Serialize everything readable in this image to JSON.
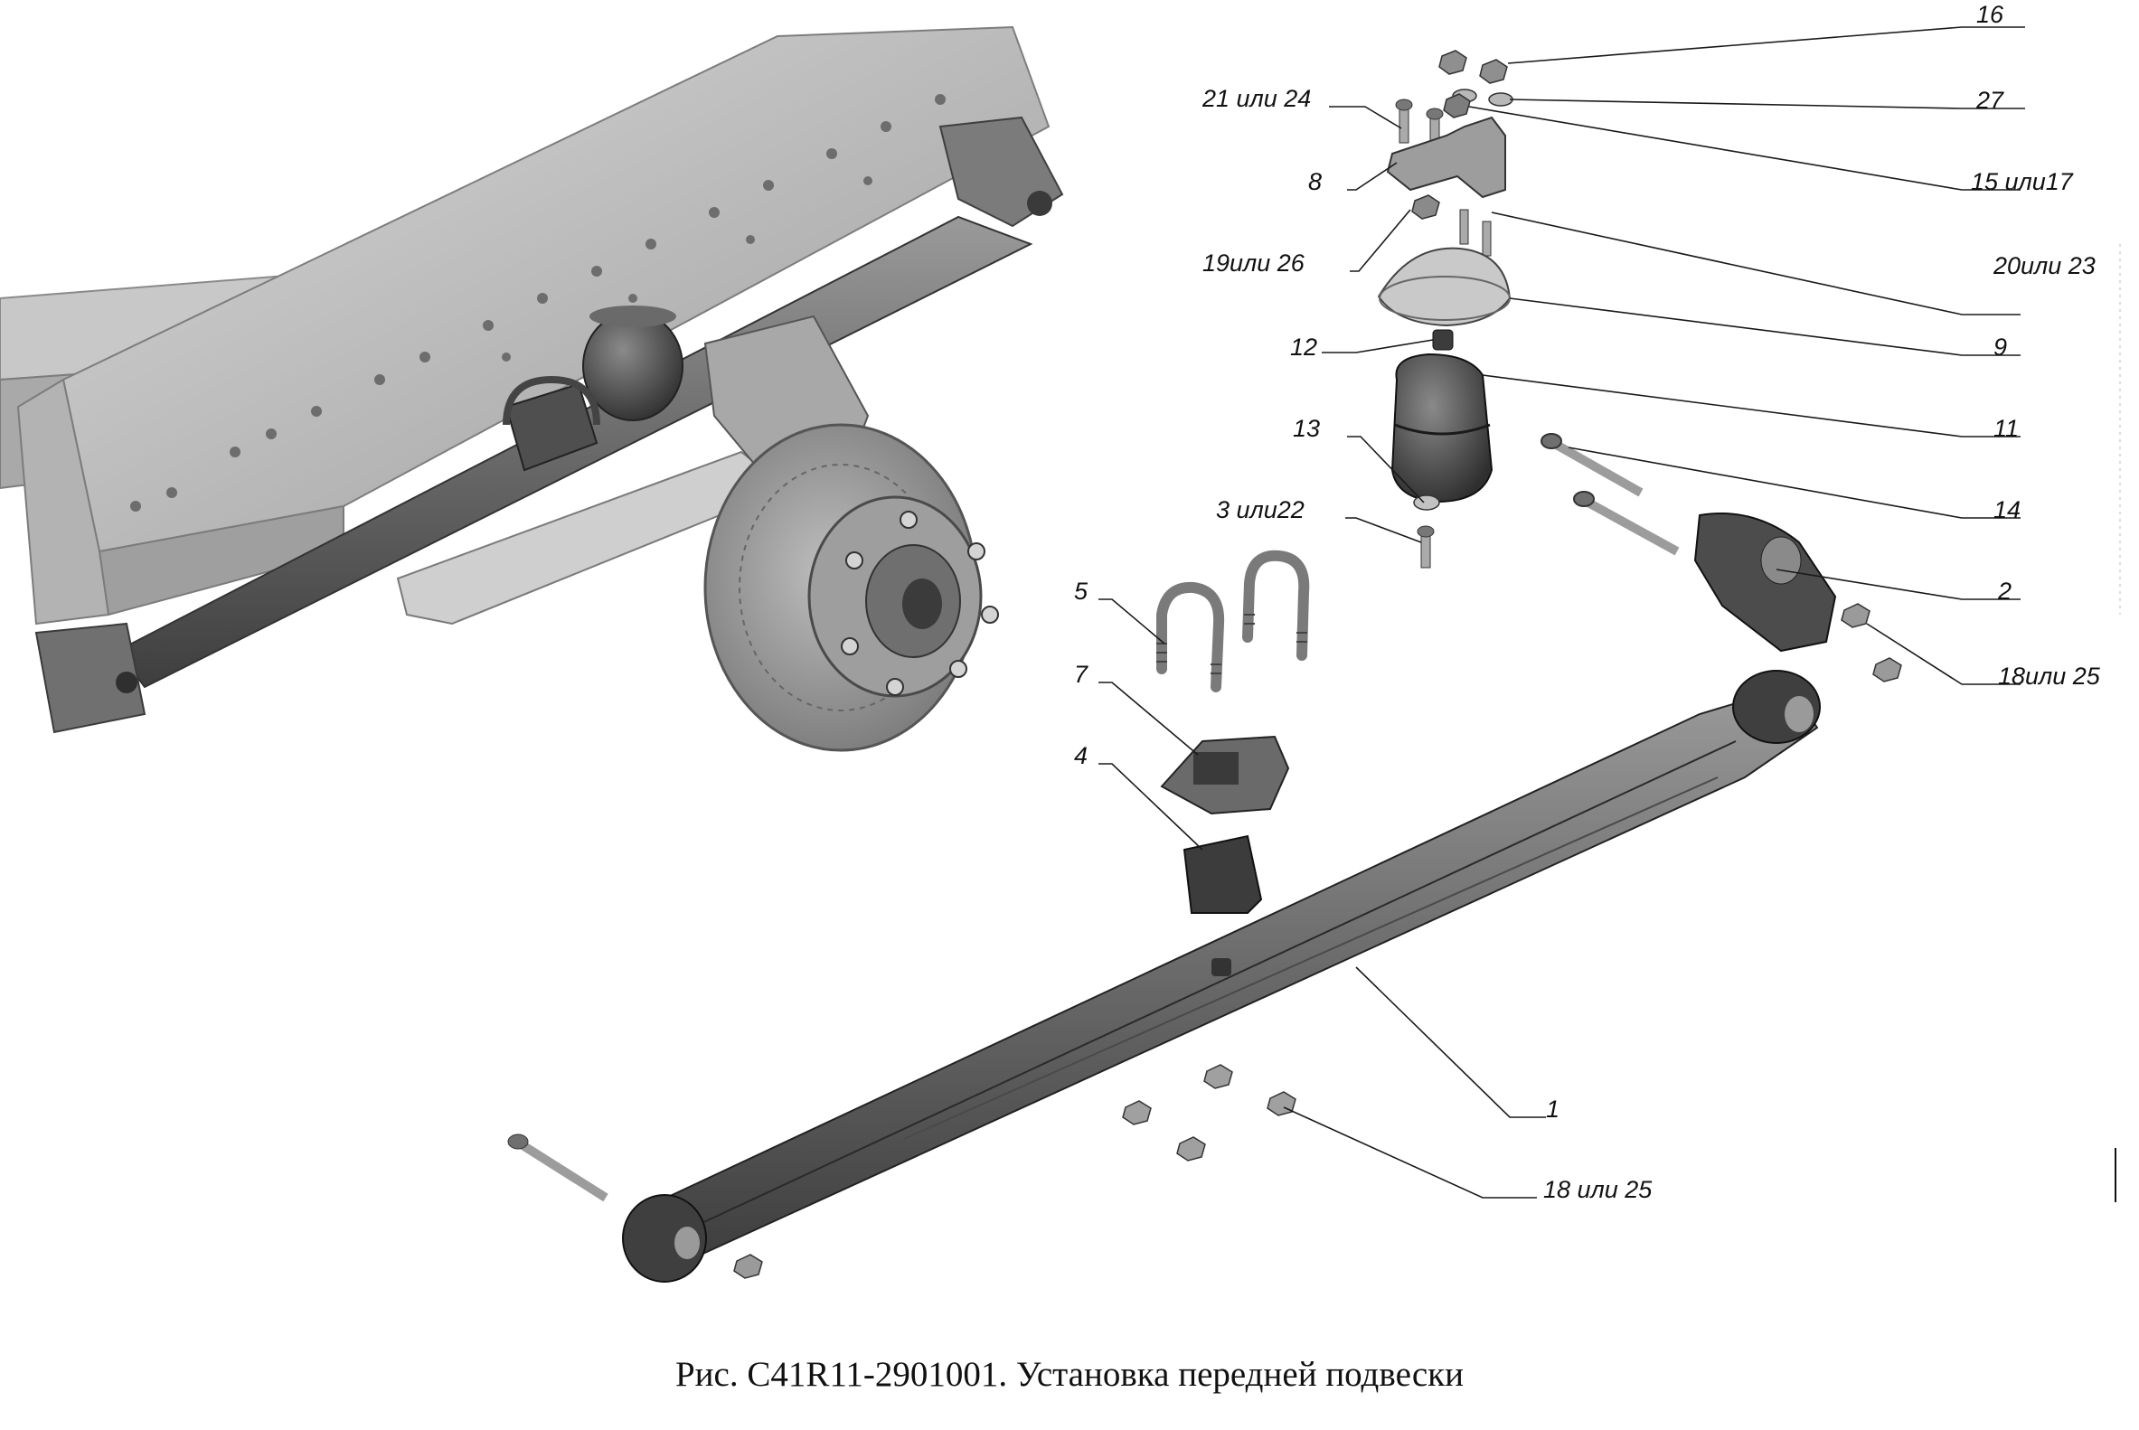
{
  "caption": "Рис. C41R11-2901001. Установка передней подвески",
  "callouts": {
    "c16": "16",
    "c21_24": "21 или 24",
    "c27": "27",
    "c8": "8",
    "c15_17": "15 или17",
    "c19_26": "19или 26",
    "c20_23": "20или 23",
    "c9": "9",
    "c12": "12",
    "c11": "11",
    "c13": "13",
    "c14": "14",
    "c3_22": "3 или22",
    "c2": "2",
    "c5": "5",
    "c18_25_top": "18или 25",
    "c7": "7",
    "c4": "4",
    "c1": "1",
    "c18_25_bottom": "18 или 25"
  },
  "colors": {
    "background": "#ffffff",
    "part_dark": "#5e5e5e",
    "part_mid": "#8c8c8c",
    "part_light": "#c4c4c4",
    "frame": "#b5b5b5",
    "text": "#111111"
  }
}
